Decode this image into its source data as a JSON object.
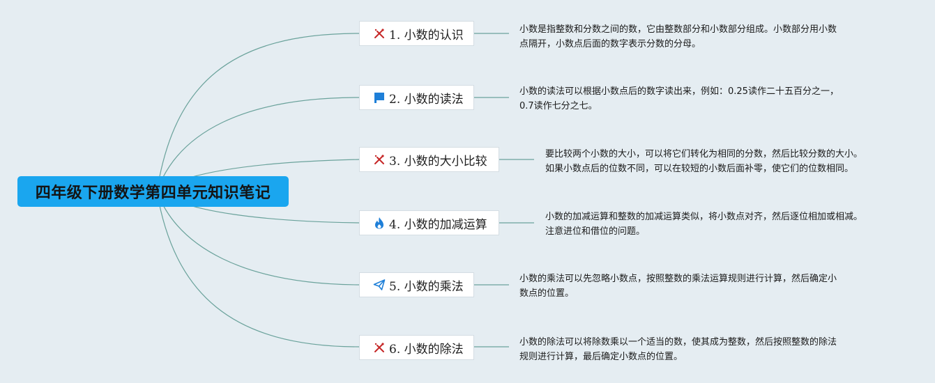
{
  "root": {
    "title": "四年级下册数学第四单元知识笔记",
    "color": "#1aa6ef"
  },
  "line_color": "#6aa29b",
  "topics": [
    {
      "label": "1. 小数的认识",
      "icon": "tools-icon",
      "note_lines": [
        "小数是指整数和分数之间的数，它由整数部分和小数部分组成。小数部分用小数",
        "点隔开，小数点后面的数字表示分数的分母。"
      ]
    },
    {
      "label": "2. 小数的读法",
      "icon": "flag-icon",
      "note_lines": [
        "小数的读法可以根据小数点后的数字读出来，例如：0.25读作二十五百分之一，",
        "0.7读作七分之七。"
      ]
    },
    {
      "label": "3. 小数的大小比较",
      "icon": "tools-icon",
      "note_lines": [
        "要比较两个小数的大小，可以将它们转化为相同的分数，然后比较分数的大小。",
        "如果小数点后的位数不同，可以在较短的小数后面补零，使它们的位数相同。"
      ]
    },
    {
      "label": "4. 小数的加减运算",
      "icon": "fire-icon",
      "note_lines": [
        "小数的加减运算和整数的加减运算类似，将小数点对齐，然后逐位相加或相减。",
        "注意进位和借位的问题。"
      ]
    },
    {
      "label": "5. 小数的乘法",
      "icon": "paper-plane-icon",
      "note_lines": [
        "小数的乘法可以先忽略小数点，按照整数的乘法运算规则进行计算，然后确定小",
        "数点的位置。"
      ]
    },
    {
      "label": "6. 小数的除法",
      "icon": "tools-icon",
      "note_lines": [
        "小数的除法可以将除数乘以一个适当的数，使其成为整数，然后按照整数的除法",
        "规则进行计算，最后确定小数点的位置。"
      ]
    }
  ]
}
